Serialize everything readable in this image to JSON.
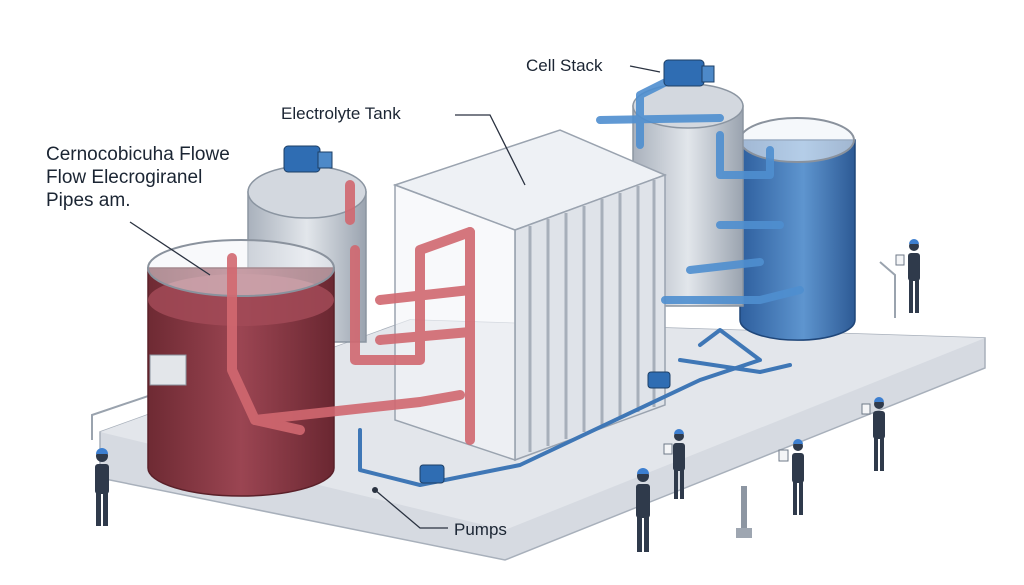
{
  "labels": {
    "cell_stack": "Cell Stack",
    "electrolyte_tank": "Electrolyte Tank",
    "flow_line1": "Cernocobicuha Flowe",
    "flow_line2": "Flow Elecrogiranel",
    "flow_line3": "Pipes am.",
    "pumps": "Pumps"
  },
  "colors": {
    "negative_electrolyte": "#8e3a46",
    "positive_electrolyte": "#3b6fae",
    "red_pipe": "#d16870",
    "blue_pipe": "#4f8fd0",
    "steel": "#c6ccd4",
    "platform": "#d9dde3",
    "worker": "#2f3a4b",
    "helmet": "#3d7fd0"
  },
  "icons": [
    "pump-motor-icon",
    "worker-figure-icon",
    "clipboard-icon"
  ]
}
